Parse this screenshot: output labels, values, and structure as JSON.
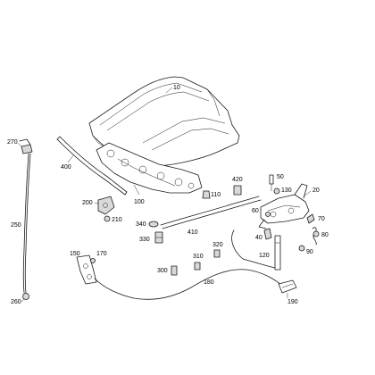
{
  "diagram": {
    "callouts": {
      "hood": "10",
      "hood_seal": "400",
      "insulation_mat": "100",
      "hood_lock": "20",
      "nut_upper": "50",
      "nut_130": "130",
      "clip_420": "420",
      "screw_60": "60",
      "bolt_70": "70",
      "lock_spring": "80",
      "nut_90": "90",
      "lock_clip_40": "40",
      "cable_120": "120",
      "clip_110": "110",
      "bracket_200": "200",
      "nut_210": "210",
      "clip_340": "340",
      "clip_330": "330",
      "cable_guide_410": "410",
      "clip_320": "320",
      "clip_310": "310",
      "clip_300": "300",
      "release_lever_150": "150",
      "nut_170": "170",
      "prop_rod_250": "250",
      "prop_holder_270": "270",
      "prop_clip_260": "260",
      "release_cable_180": "180",
      "handle_190": "190"
    }
  }
}
